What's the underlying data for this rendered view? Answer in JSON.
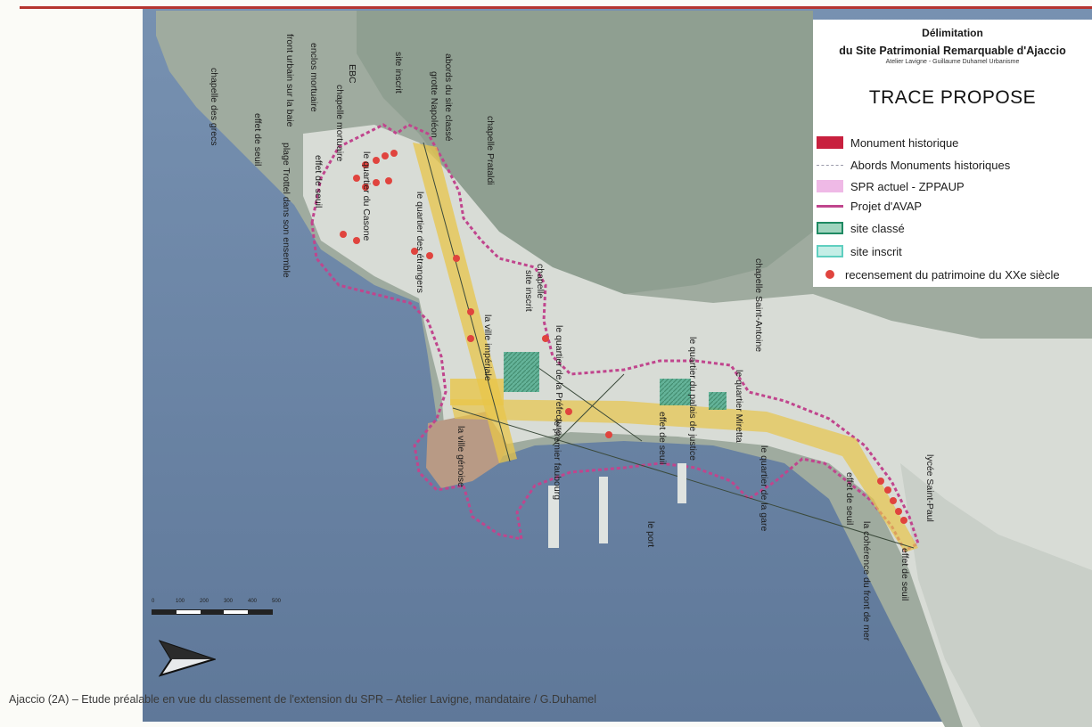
{
  "legend": {
    "title_line1": "Délimitation",
    "title_line2": "du Site Patrimonial Remarquable d'Ajaccio",
    "subtitle": "Atelier Lavigne - Guillaume Duhamel Urbanisme",
    "heading": "TRACE PROPOSE",
    "items": [
      {
        "label": "Monument historique",
        "icon": "red-square",
        "color": "#c8203e"
      },
      {
        "label": "Abords Monuments historiques",
        "icon": "dashed-line",
        "color": "#c9c9d6"
      },
      {
        "label": "SPR actuel - ZPPAUP",
        "icon": "pink-square",
        "color": "#efb9e6"
      },
      {
        "label": "Projet d'AVAP",
        "icon": "magenta-line",
        "color": "#c0458d"
      },
      {
        "label": "site classé",
        "icon": "green-hatch",
        "color": "#1f8a63"
      },
      {
        "label": "site inscrit",
        "icon": "cyan-hatch",
        "color": "#5fcfc0"
      },
      {
        "label": "recensement du patrimoine du XXe siècle",
        "icon": "red-dot",
        "color": "#e0443e"
      }
    ]
  },
  "map_labels": {
    "chapelle_grecs": "chapelle des grecs",
    "front_urbain": "front urbain sur la baie",
    "enclos_mortuaire": "enclos mortuaire",
    "ebc": "EBC",
    "site_inscrit_1": "site inscrit",
    "chapelle_mortuaire": "chapelle mortuaire",
    "abords_site_classe": "abords du site classé",
    "grotte_napoleon": "grotte Napoléon",
    "chapelle_prataldi": "chapelle Prataldi",
    "effet_seuil_1": "effet de seuil",
    "plage_trottel": "plage Trottel dans son ensemble",
    "effet_seuil_2": "effet de seuil",
    "quartier_casone": "le quartier du Casone",
    "quartier_etrangers": "le quartier des étrangers",
    "chapelle_site_inscrit": "chapelle",
    "site_inscrit_2": "site inscrit",
    "ville_imperiale": "la ville impériale",
    "quartier_prefecture": "le quartier de la Préfecture",
    "palais_justice": "le quartier du palais de justice",
    "chapelle_saint_antoine": "chapelle Saint-Antoine",
    "quartier_lucciana": "le quartier Miretta",
    "ville_genoise": "la ville génoise",
    "premier_faubourg": "le premier faubourg",
    "effet_seuil_3": "effet de seuil",
    "quartier_gare": "le quartier de la gare",
    "effet_seuil_4": "effet de seuil",
    "lycee_saint_paul": "lycée Saint-Paul",
    "le_port": "le port",
    "coherence_front": "la cohérence du front de mer",
    "effet_seuil_5": "effet de seuil"
  },
  "scale": {
    "ticks": [
      "0",
      "100",
      "200",
      "300",
      "400",
      "500"
    ]
  },
  "footer": "Ajaccio (2A) – Etude préalable en vue du classement de l'extension du SPR – Atelier Lavigne, mandataire / G.Duhamel",
  "colors": {
    "sea": "#6d86a8",
    "land": "#a8b2a8",
    "urban": "#d9ddd8",
    "avap_line": "#c0458d",
    "axis_yellow": "#e8c54a",
    "genoise": "#b89a85",
    "site_classe": "#1f8a63",
    "heritage_dot": "#e0443e"
  }
}
